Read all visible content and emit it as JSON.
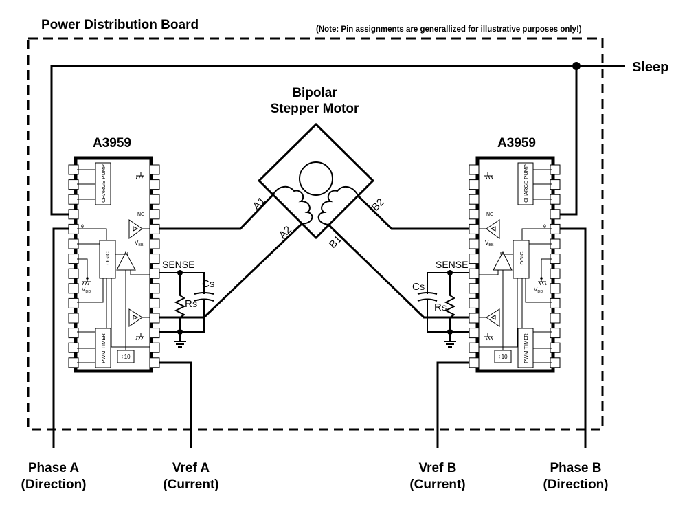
{
  "board_title": "Power Distribution Board",
  "note": "(Note: Pin assignments are generallized for illustrative purposes only!)",
  "sleep_label": "Sleep",
  "motor": {
    "title_line1": "Bipolar",
    "title_line2": "Stepper Motor",
    "a1": "A1",
    "a2": "A2",
    "b1": "B1",
    "b2": "B2"
  },
  "chips": [
    {
      "name": "A3959",
      "charge_pump": "CHARGE PUMP",
      "logic": "LOGIC",
      "pwm_timer": "PWM TIMER",
      "div10": "÷10",
      "nc": "NC",
      "vbb": {
        "main": "V",
        "sub": "BB"
      },
      "vdd": {
        "main": "V",
        "sub": "DD"
      },
      "theta": "θ"
    },
    {
      "name": "A3959",
      "charge_pump": "CHARGE PUMP",
      "logic": "LOGIC",
      "pwm_timer": "PWM TIMER",
      "div10": "÷10",
      "nc": "NC",
      "vbb": {
        "main": "V",
        "sub": "BB"
      },
      "vdd": {
        "main": "V",
        "sub": "DD"
      },
      "theta": "θ"
    }
  ],
  "sense": {
    "label": "SENSE",
    "cs": {
      "main": "C",
      "sub": "S"
    },
    "rs": {
      "main": "R",
      "sub": "S"
    }
  },
  "inputs": {
    "phase_a": {
      "line1": "Phase A",
      "line2": "(Direction)"
    },
    "vref_a": {
      "line1": "Vref A",
      "line2": "(Current)"
    },
    "vref_b": {
      "line1": "Vref B",
      "line2": "(Current)"
    },
    "phase_b": {
      "line1": "Phase B",
      "line2": "(Direction)"
    }
  }
}
